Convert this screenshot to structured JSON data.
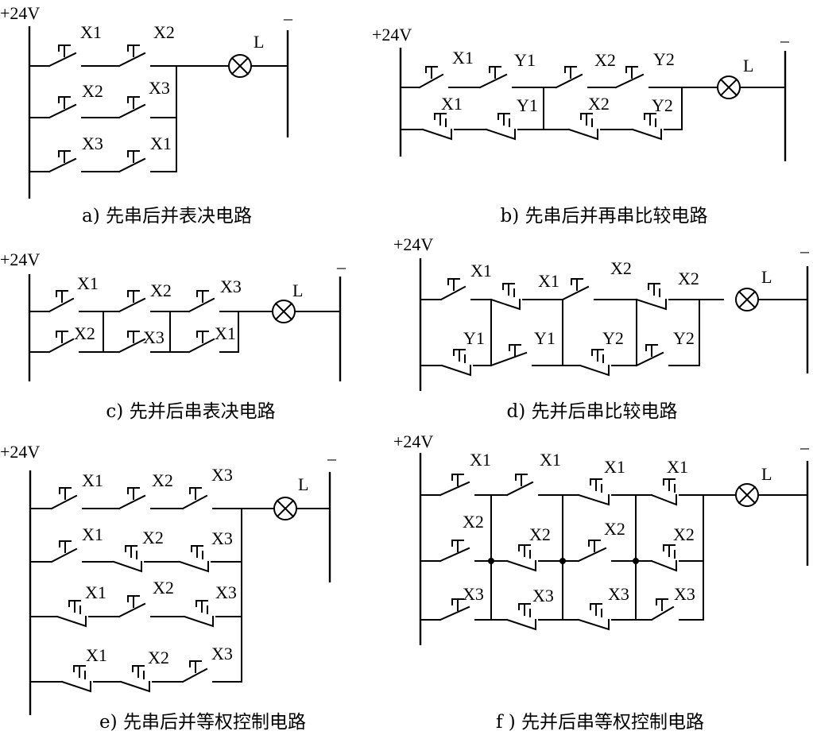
{
  "diagrams": [
    {
      "caption": "a) 先串后并表决电路",
      "supply": "+24V",
      "ground": "–",
      "lamp": "L",
      "rows": [
        [
          "X1",
          "X2"
        ],
        [
          "X2",
          "X3"
        ],
        [
          "X3",
          "X1"
        ]
      ]
    },
    {
      "caption": "b) 先串后并再串比较电路",
      "supply": "+24V",
      "ground": "–",
      "lamp": "L",
      "rows": [
        [
          "X1",
          "Y1",
          "X2",
          "Y2"
        ],
        [
          "X1",
          "Y1",
          "X2",
          "Y2"
        ]
      ]
    },
    {
      "caption": "c) 先并后串表决电路",
      "supply": "+24V",
      "ground": "–",
      "lamp": "L",
      "rows": [
        [
          "X1",
          "X2",
          "X3"
        ],
        [
          "X2",
          "X3",
          "X1"
        ]
      ]
    },
    {
      "caption": "d) 先并后串比较电路",
      "supply": "+24V",
      "ground": "–",
      "lamp": "L",
      "rows": [
        [
          "X1",
          "X1",
          "X2",
          "X2"
        ],
        [
          "Y1",
          "Y1",
          "Y2",
          "Y2"
        ]
      ]
    },
    {
      "caption": "e) 先串后并等权控制电路",
      "supply": "+24V",
      "ground": "–",
      "lamp": "L",
      "rows": [
        [
          "X1",
          "X2",
          "X3"
        ],
        [
          "X1",
          "X2",
          "X3"
        ],
        [
          "X1",
          "X2",
          "X3"
        ],
        [
          "X1",
          "X2",
          "X3"
        ]
      ]
    },
    {
      "caption": "f ) 先并后串等权控制电路",
      "supply": "+24V",
      "ground": "–",
      "lamp": "L",
      "rows": [
        [
          "X1",
          "X1",
          "X1",
          "X1"
        ],
        [
          "X2",
          "X2",
          "X2",
          "X2"
        ],
        [
          "X3",
          "X3",
          "X3",
          "X3"
        ]
      ]
    }
  ]
}
